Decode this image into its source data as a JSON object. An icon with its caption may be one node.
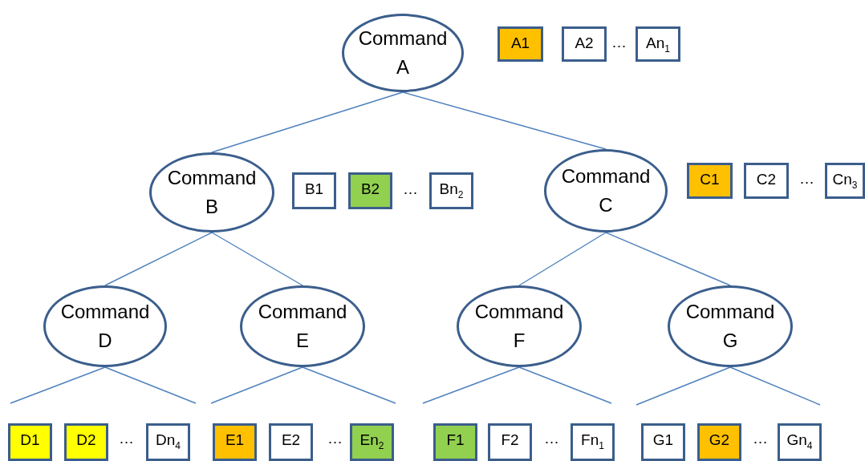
{
  "diagram": {
    "nodes": [
      {
        "text": [
          "Command A"
        ]
      },
      {
        "text": [
          "A1"
        ]
      },
      {
        "text": [
          "A2"
        ]
      },
      {
        "text": [
          "An$_{1}$"
        ]
      },
      {
        "text": [
          "Command B"
        ]
      },
      {
        "text": [
          "B1"
        ]
      },
      {
        "text": [
          "B2"
        ]
      },
      {
        "text": [
          "Bn$_{2}$"
        ]
      },
      {
        "text": [
          "Command C"
        ]
      },
      {
        "text": [
          "C1"
        ]
      },
      {
        "text": [
          "C2"
        ]
      },
      {
        "text": [
          "Cn$_{3}$"
        ]
      },
      {
        "text": [
          "Command D"
        ]
      },
      {
        "text": [
          "Command E"
        ]
      },
      {
        "text": [
          "Command F"
        ]
      },
      {
        "text": [
          "Command G"
        ]
      },
      {
        "text": [
          "D1"
        ]
      },
      {
        "text": [
          "D2"
        ]
      },
      {
        "text": [
          "Dn$_{4}$"
        ]
      },
      {
        "text": [
          "E1"
        ]
      },
      {
        "text": [
          "E2"
        ]
      },
      {
        "text": [
          "En$_{2}$"
        ]
      },
      {
        "text": [
          "F1"
        ]
      },
      {
        "text": [
          "F2"
        ]
      },
      {
        "text": [
          "Fn$_{1}$"
        ]
      },
      {
        "text": [
          "G1"
        ]
      },
      {
        "text": [
          "G2"
        ]
      },
      {
        "text": [
          "Gn$_{4}$"
        ]
      }
    ],
    "edges": [
      {
        "from": 0,
        "to": 4,
        "arrow": "none"
      },
      {
        "from": 0,
        "to": 8,
        "arrow": "none"
      },
      {
        "from": 4,
        "to": 12,
        "arrow": "none"
      },
      {
        "from": 4,
        "to": 13,
        "arrow": "none"
      },
      {
        "from": 8,
        "to": 14,
        "arrow": "none"
      },
      {
        "from": 8,
        "to": 15,
        "arrow": "none"
      },
      {
        "from": 12,
        "to": null,
        "arrow": "none"
      },
      {
        "from": 12,
        "to": null,
        "arrow": "none"
      },
      {
        "from": 13,
        "to": null,
        "arrow": "none"
      },
      {
        "from": 13,
        "to": null,
        "arrow": "none"
      },
      {
        "from": 14,
        "to": null,
        "arrow": "none"
      },
      {
        "from": 14,
        "to": null,
        "arrow": "none"
      },
      {
        "from": 15,
        "to": null,
        "arrow": "none"
      },
      {
        "from": 15,
        "to": null,
        "arrow": "none"
      }
    ],
    "labels": [
      "…",
      "…",
      "…",
      "…",
      "…",
      "…",
      "…"
    ]
  }
}
